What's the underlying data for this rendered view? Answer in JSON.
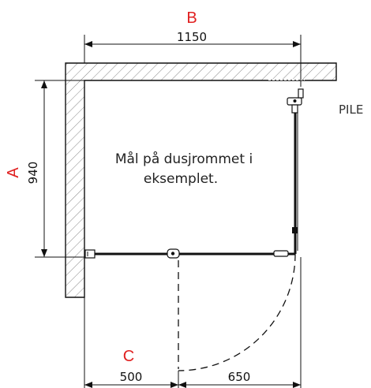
{
  "labels": {
    "a": "A",
    "b": "B",
    "c": "C",
    "pile": "PILE"
  },
  "dimensions": {
    "width_total": "1150",
    "depth": "940",
    "left_part": "500",
    "right_part": "650"
  },
  "note": {
    "line1": "Mål på dusjrommet i",
    "line2": "eksemplet."
  },
  "colors": {
    "accent": "#e02020",
    "line": "#111111",
    "hatch": "#888888"
  }
}
